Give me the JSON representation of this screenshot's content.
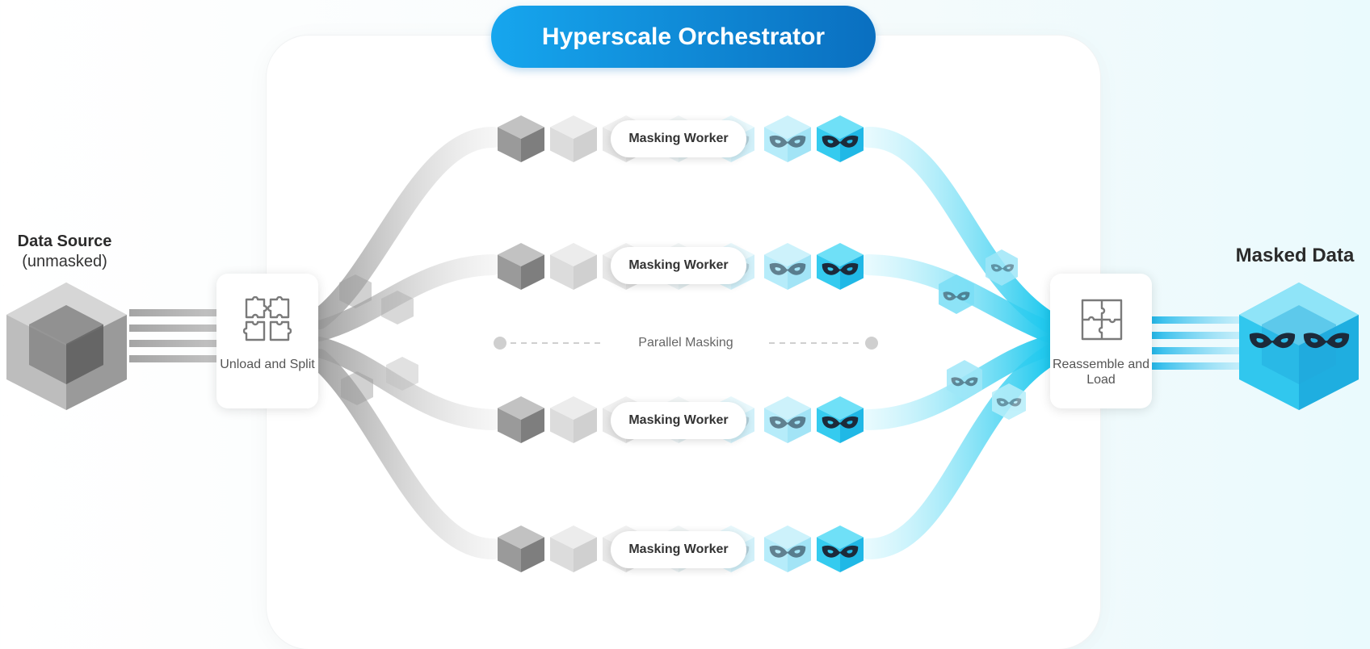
{
  "orchestrator": {
    "title": "Hyperscale Orchestrator"
  },
  "source": {
    "title": "Data Source",
    "subtitle": "(unmasked)"
  },
  "split": {
    "label": "Unload and Split",
    "icon": "puzzle-pieces-icon"
  },
  "workers": [
    {
      "label": "Masking Worker"
    },
    {
      "label": "Masking Worker"
    },
    {
      "label": "Masking Worker"
    },
    {
      "label": "Masking Worker"
    }
  ],
  "parallel": {
    "label": "Parallel Masking"
  },
  "reassemble": {
    "label": "Reassemble and Load",
    "icon": "puzzle-assembled-icon"
  },
  "output": {
    "title": "Masked Data",
    "icon": "mask-icon"
  },
  "colors": {
    "orchestrator_start": "#16a6ee",
    "orchestrator_end": "#0a6fc0",
    "unmasked_gray": "#8f8f8f",
    "masked_cyan": "#2ccfee",
    "mask_dark": "#1c2a3a"
  }
}
